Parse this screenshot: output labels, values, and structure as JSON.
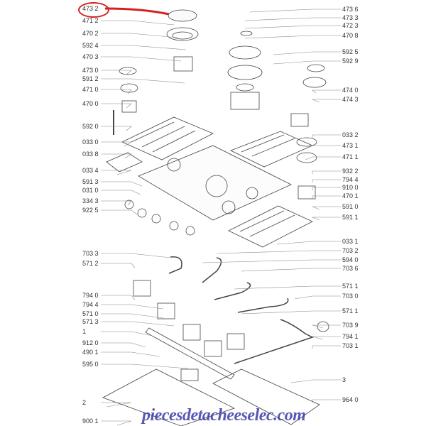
{
  "diagram": {
    "left_labels": [
      "473 2",
      "471 2",
      "470 2",
      "592 4",
      "470 3",
      "473 0",
      "591 2",
      "471 0",
      "470 0",
      "592 0",
      "033 0",
      "033 8",
      "033 4",
      "591 3",
      "031 0",
      "334 3",
      "922 5",
      "703 3",
      "571 2",
      "794 0",
      "794 4",
      "571 0",
      "571 3",
      "1",
      "912 0",
      "490 1",
      "595 0",
      "2",
      "900 1"
    ],
    "right_labels": [
      "473 6",
      "473 3",
      "472 3",
      "470 8",
      "592 5",
      "592 9",
      "474 0",
      "474 3",
      "033 2",
      "473 1",
      "471 1",
      "932 2",
      "794 4",
      "910 0",
      "470 1",
      "591 0",
      "591 1",
      "033 1",
      "703 2",
      "594 0",
      "703 6",
      "571 1",
      "703 0",
      "571 1",
      "703 9",
      "794 1",
      "703 1",
      "3",
      "964 0"
    ],
    "highlighted_part": "473 2",
    "highlight_color": "#d42020",
    "watermark": "piecesdetacheeselec.com"
  }
}
